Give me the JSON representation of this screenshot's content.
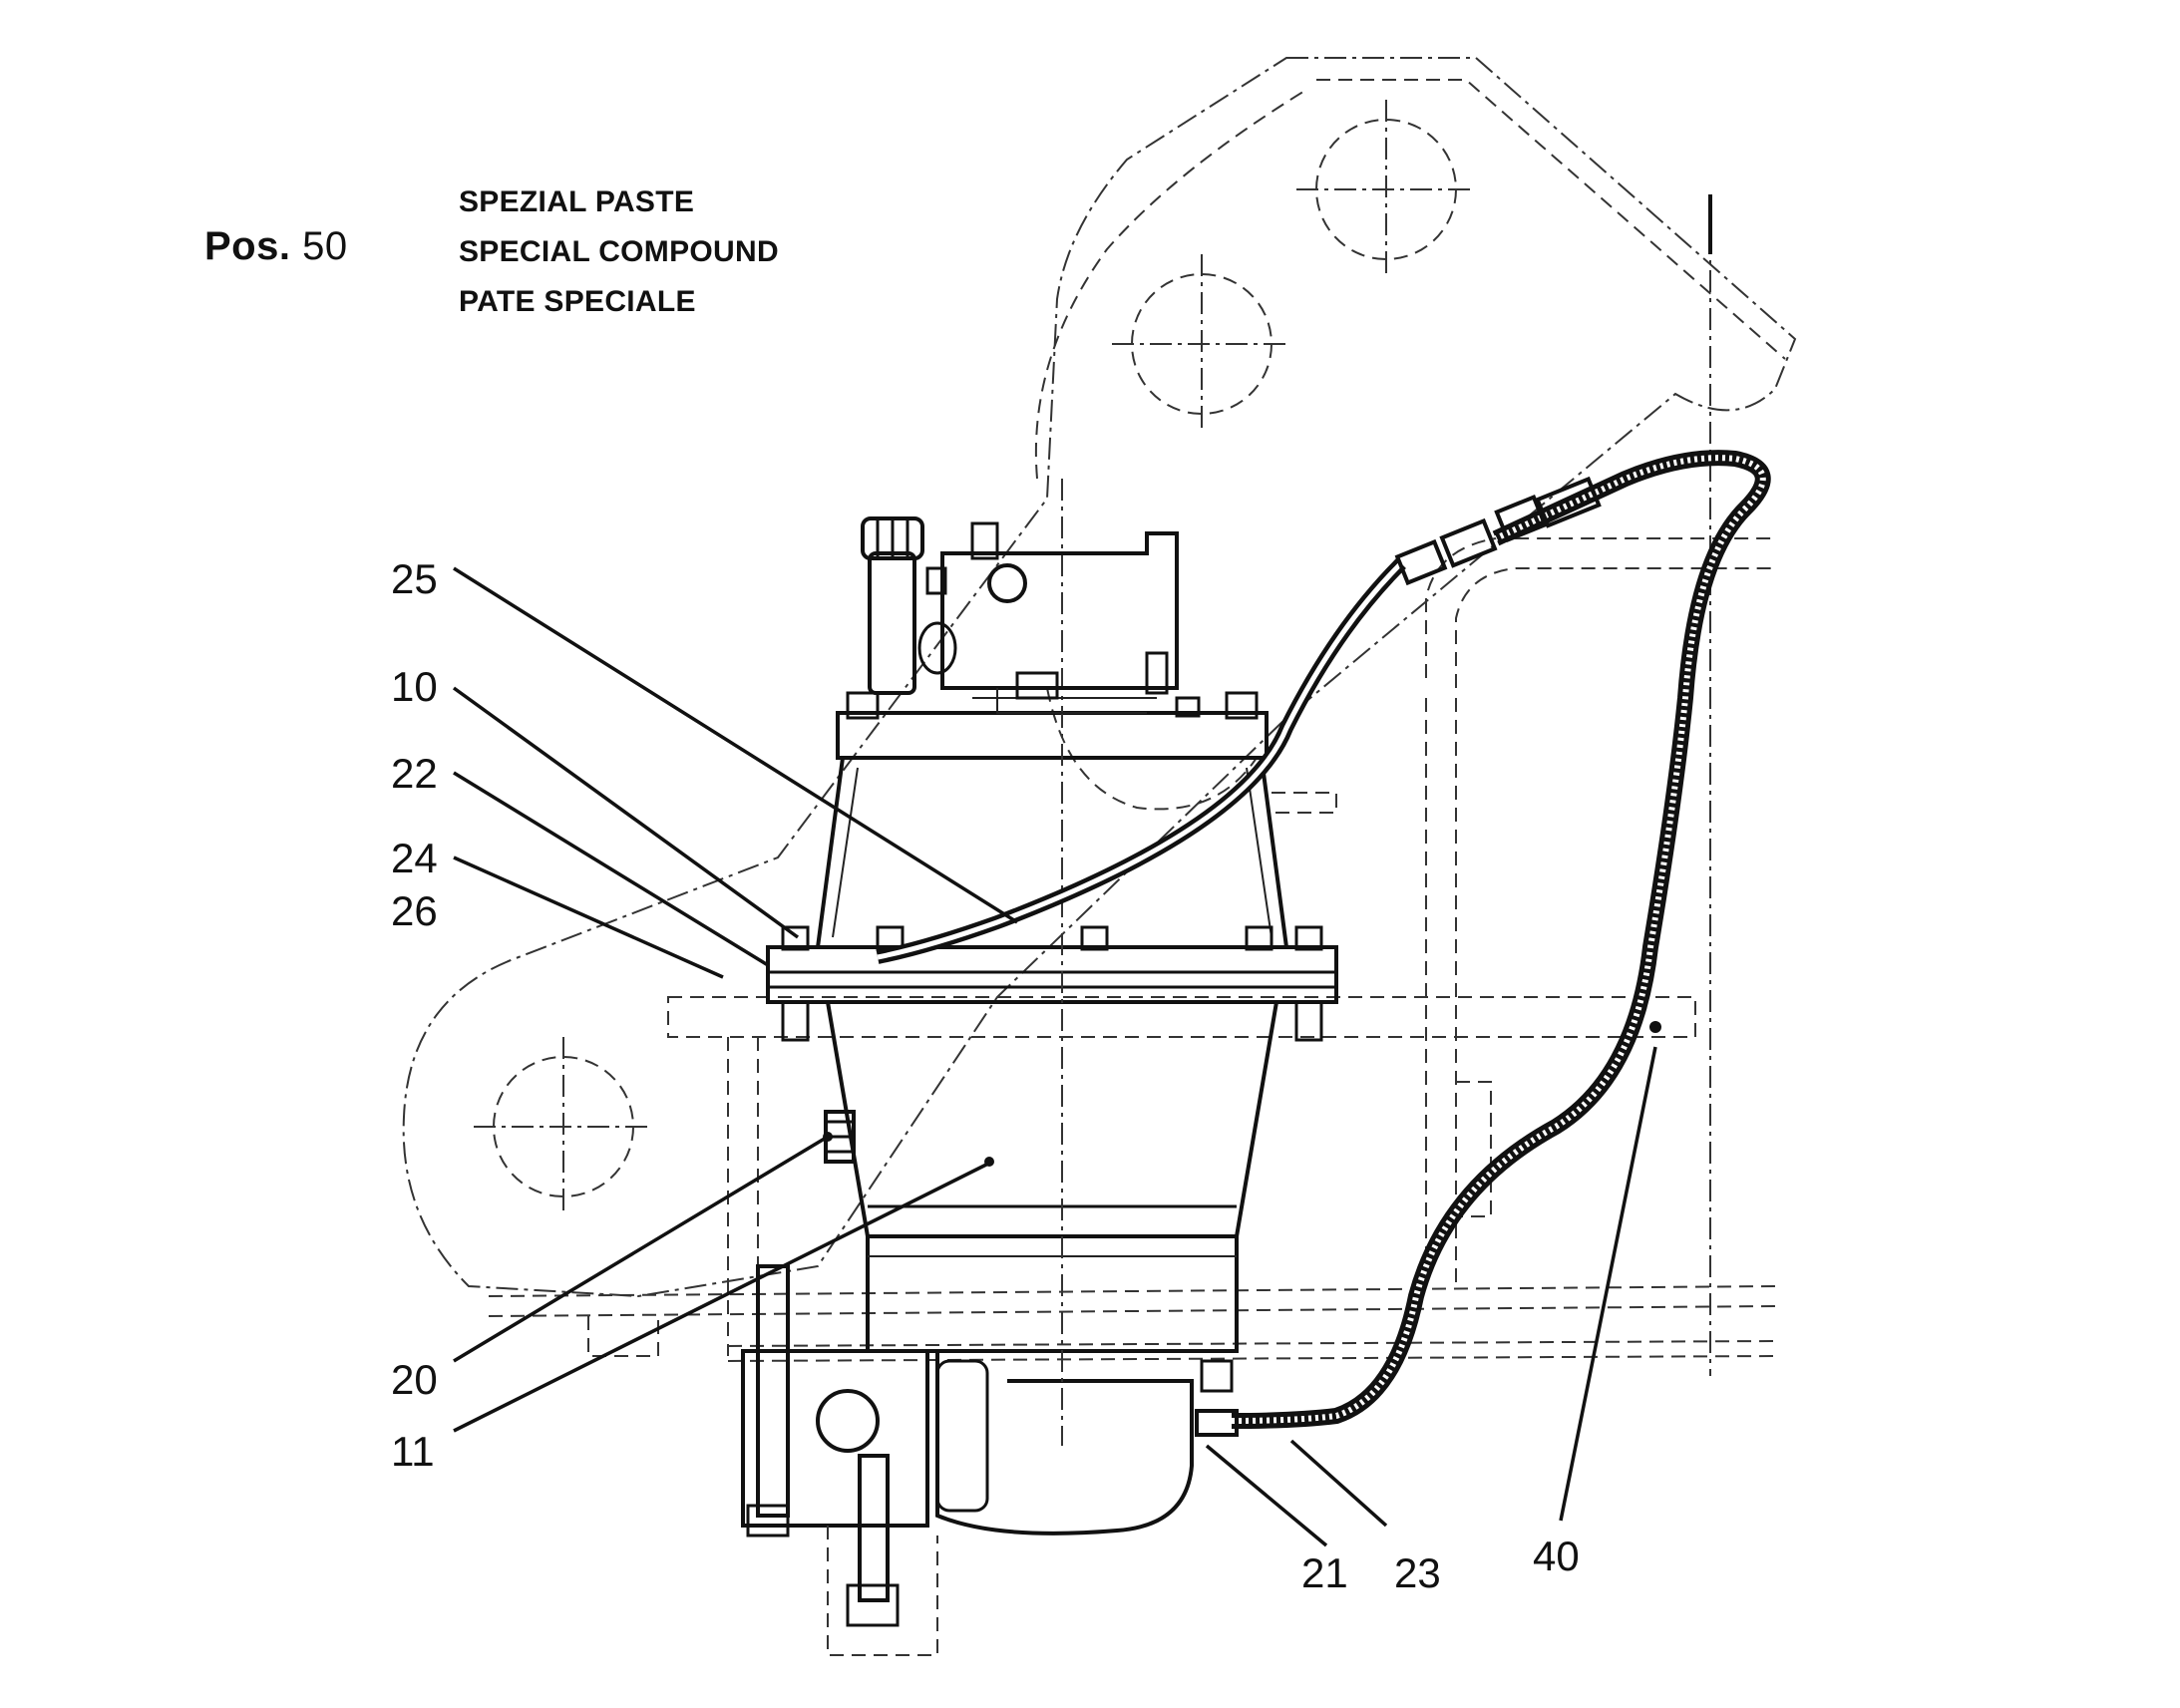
{
  "header": {
    "pos_prefix": "Pos.",
    "pos_number": "50",
    "compound_lines": [
      "SPEZIAL PASTE",
      "SPECIAL COMPOUND",
      "PATE SPECIALE"
    ]
  },
  "callouts": [
    {
      "id": "c25",
      "label": "25"
    },
    {
      "id": "c10",
      "label": "10"
    },
    {
      "id": "c22",
      "label": "22"
    },
    {
      "id": "c24",
      "label": "24"
    },
    {
      "id": "c26",
      "label": "26"
    },
    {
      "id": "c20",
      "label": "20"
    },
    {
      "id": "c11",
      "label": "11"
    },
    {
      "id": "c21",
      "label": "21"
    },
    {
      "id": "c23",
      "label": "23"
    },
    {
      "id": "c40",
      "label": "40"
    }
  ]
}
